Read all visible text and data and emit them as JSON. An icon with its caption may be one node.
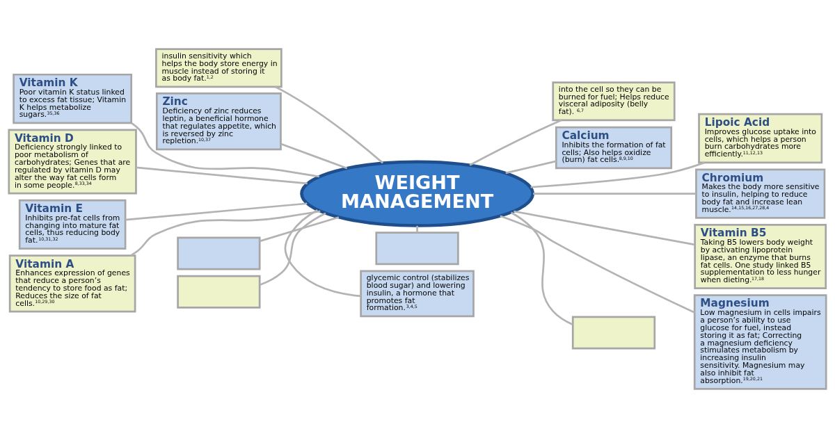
{
  "diagram": {
    "nodes": [
      {
        "text": [
          "insulin sensitivity which helps the body store energy in muscle instead of storing it as body fat.$^{1,2}$"
        ]
      },
      {
        "text": [
          "glycemic control (stabilizes blood sugar) and lowering insulin, a hormone that promotes fat formation.$^{3,4,5}$"
        ]
      },
      {
        "text": [
          "into the cell so they can be burned for fuel; Helps reduce visceral adiposity (belly fat). $^{6,7}$"
        ]
      },
      {
        "text": [
          "Calcium",
          "Inhibits the formation of fat cells; Also helps oxidize (burn) fat cells.$^{8,9,10}$"
        ]
      },
      {
        "text": [
          "Zinc",
          "Deficiency of zinc reduces leptin, a beneficial hormone that regulates appetite, which is reversed by zinc repletion.$^{10,37}$"
        ]
      },
      {
        "text": [
          "Lipoic Acid",
          "Improves glucose uptake into cells, which helps a person burn carbohydrates more efficiently.$^{11,12,13}$"
        ]
      },
      {
        "text": [
          "Vitamin K",
          "Poor vitamin K status linked to excess fat tissue; Vitamin K helps metabolize sugars.$^{35,36}$"
        ]
      },
      {
        "text": [
          "Chromium",
          "Makes the body more sensitive to insulin, helping to reduce body fat and increase lean muscle.$^{14,15,16,27,28,4}$"
        ]
      },
      {
        "text": [
          "Vitamin D",
          "Deficiency strongly linked to poor metabolism of carbohydrates; Genes that are regulated by vitamin D may alter the way fat cells form in some people.$^{8,33,34}$"
        ]
      },
      {
        "text": [
          "Vitamin B5",
          "Taking B5 lowers body weight by activating lipoprotein lipase, an enzyme that burns fat cells. One study linked B5 supplementation to less hunger when dieting.$^{17,18}$"
        ]
      },
      {
        "text": [
          "WEIGHT MANAGEMENT"
        ]
      },
      {
        "text": [
          "Vitamin E",
          "Inhibits pre-fat cells from changing into mature fat cells, thus reducing body fat.$^{10,31,32}$"
        ]
      },
      {
        "text": [
          "Magnesium",
          "Low magnesium in cells impairs a person’s ability to use glucose for fuel, instead storing it as fat; Correcting a magnesium deficiency stimulates metabolism by increasing insulin sensitivity. Magnesium may also inhibit fat absorption.$^{19,20,21}$"
        ]
      },
      {
        "text": [
          "Vitamin A",
          "Enhances expression of genes that reduce a person’s tendency to store food as fat; Reduces the size of fat cells.$^{10,29,30}$"
        ]
      },
      {
        "text": [],
        "shape": "box"
      },
      {
        "text": [],
        "shape": "box"
      },
      {
        "text": [],
        "shape": "box"
      },
      {
        "text": [],
        "shape": "box"
      }
    ],
    "edges": [
      {
        "from": 10,
        "to": 0,
        "arrow": "none"
      },
      {
        "from": 10,
        "to": 1,
        "arrow": "none"
      },
      {
        "from": 10,
        "to": 2,
        "arrow": "none"
      },
      {
        "from": 10,
        "to": 3,
        "arrow": "none"
      },
      {
        "from": 10,
        "to": 4,
        "arrow": "none"
      },
      {
        "from": 10,
        "to": 5,
        "arrow": "none"
      },
      {
        "from": 10,
        "to": 6,
        "arrow": "none"
      },
      {
        "from": 10,
        "to": 7,
        "arrow": "none"
      },
      {
        "from": 10,
        "to": 8,
        "arrow": "none"
      },
      {
        "from": 10,
        "to": 9,
        "arrow": "none"
      },
      {
        "from": 10,
        "to": 11,
        "arrow": "none"
      },
      {
        "from": 10,
        "to": 12,
        "arrow": "none"
      },
      {
        "from": 10,
        "to": 13,
        "arrow": "none"
      },
      {
        "from": 10,
        "to": 14,
        "arrow": "none"
      },
      {
        "from": 10,
        "to": 15,
        "arrow": "none"
      },
      {
        "from": 10,
        "to": 16,
        "arrow": "none"
      },
      {
        "from": 10,
        "to": 17,
        "arrow": "none"
      }
    ]
  }
}
